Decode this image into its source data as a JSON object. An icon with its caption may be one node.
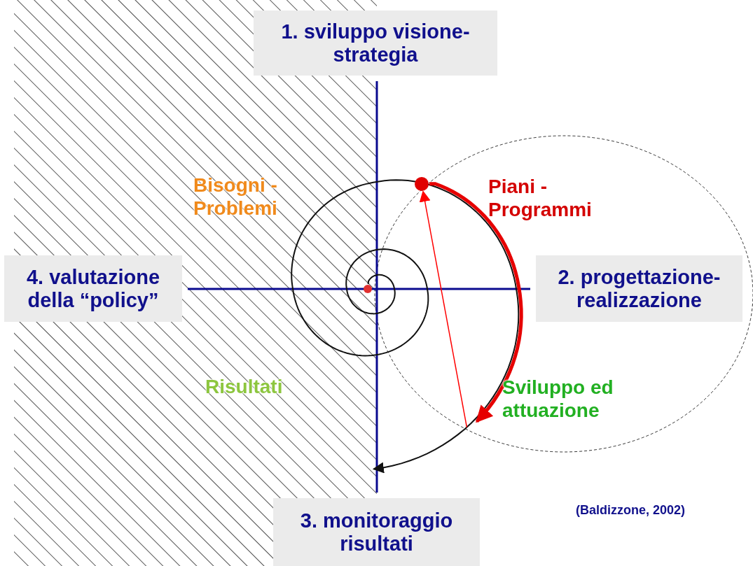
{
  "diagram": {
    "nodes": [
      {
        "text": [
          "1. sviluppo visione-strategia"
        ]
      },
      {
        "text": [],
        "shape": "circle"
      },
      {
        "text": [
          "4. valutazione della “policy”"
        ]
      },
      {
        "text": [],
        "shape": "circle"
      },
      {
        "text": [
          "2. progettazione-realizzazione"
        ]
      },
      {
        "text": [
          "3. monitoraggio risultati"
        ]
      }
    ],
    "edges": [
      {
        "from": 3,
        "to": null,
        "arrow": "to",
        "color": "#111111"
      },
      {
        "from": 1,
        "to": null,
        "arrow": "to",
        "style": "thick",
        "color": "#e60000"
      },
      {
        "from": null,
        "to": 1,
        "arrow": "to",
        "color": "#ff0000"
      }
    ],
    "labels": [
      "Bisogni - Problemi",
      "Piani - Programmi",
      "Risultati",
      "Sviluppo ed attuazione",
      "(Baldizzone, 2002)"
    ]
  }
}
